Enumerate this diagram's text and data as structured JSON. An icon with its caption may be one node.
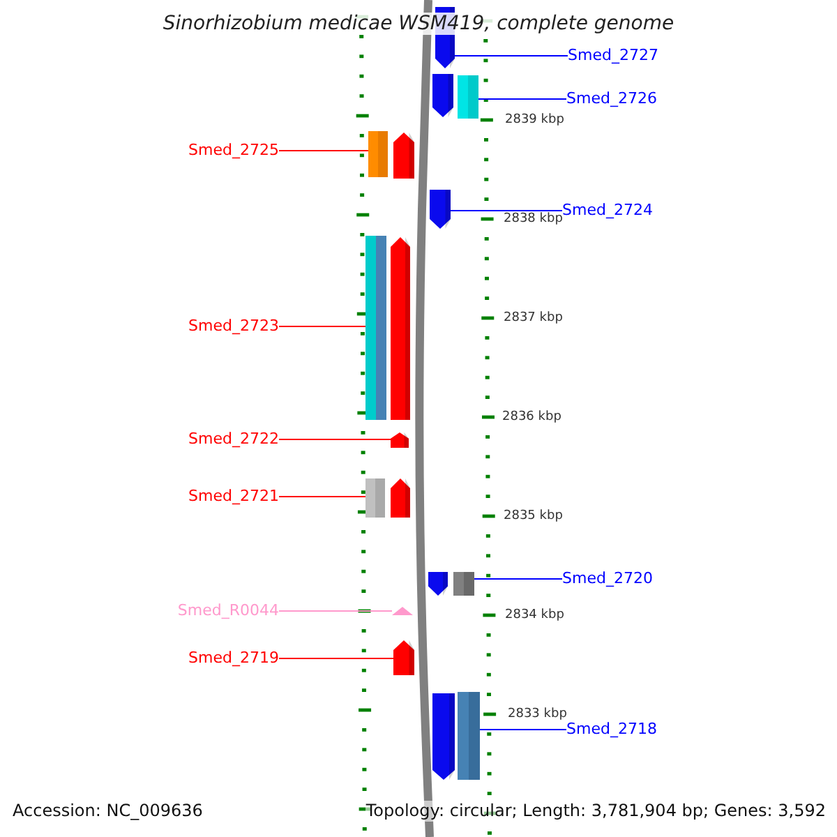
{
  "diagram": {
    "title": "Sinorhizobium medicae WSM419, complete genome",
    "nodes": [
      {
        "text": [
          "Smed_2727"
        ]
      },
      {
        "text": [],
        "shape": "arrow"
      },
      {
        "text": [
          "Smed_2726"
        ]
      },
      {
        "text": [],
        "shape": "arrow"
      },
      {
        "text": [],
        "shape": "bar"
      },
      {
        "text": [
          "Smed_2725"
        ]
      },
      {
        "text": [],
        "shape": "bar"
      },
      {
        "text": [],
        "shape": "arrow"
      },
      {
        "text": [
          "Smed_2724"
        ]
      },
      {
        "text": [],
        "shape": "arrow"
      },
      {
        "text": [
          "Smed_2723"
        ]
      },
      {
        "text": [],
        "shape": "bar"
      },
      {
        "text": [],
        "shape": "arrow"
      },
      {
        "text": [
          "Smed_2722"
        ]
      },
      {
        "text": [],
        "shape": "arrow"
      },
      {
        "text": [
          "Smed_2721"
        ]
      },
      {
        "text": [],
        "shape": "bar"
      },
      {
        "text": [],
        "shape": "arrow"
      },
      {
        "text": [
          "Smed_2720"
        ]
      },
      {
        "text": [],
        "shape": "arrow"
      },
      {
        "text": [],
        "shape": "bar"
      },
      {
        "text": [
          "Smed_R0044"
        ]
      },
      {
        "text": [],
        "shape": "triangle"
      },
      {
        "text": [
          "Smed_2719"
        ]
      },
      {
        "text": [],
        "shape": "arrow"
      },
      {
        "text": [
          "Smed_2718"
        ]
      },
      {
        "text": [],
        "shape": "arrow"
      },
      {
        "text": [],
        "shape": "bar"
      }
    ],
    "edges": [
      {
        "from": 0,
        "to": 1,
        "arrow": "none"
      },
      {
        "from": 2,
        "to": 4,
        "arrow": "none"
      },
      {
        "from": 5,
        "to": 6,
        "arrow": "none",
        "color": "#ff0000"
      },
      {
        "from": 8,
        "to": 9,
        "arrow": "none"
      },
      {
        "from": 10,
        "to": 11,
        "arrow": "none",
        "color": "#ff0000"
      },
      {
        "from": 13,
        "to": 14,
        "arrow": "none",
        "color": "#ff0000"
      },
      {
        "from": 15,
        "to": 16,
        "arrow": "none",
        "color": "#ff0000"
      },
      {
        "from": 18,
        "to": 20,
        "arrow": "none"
      },
      {
        "from": 21,
        "to": 22,
        "arrow": "none",
        "color": "#ff99cc"
      },
      {
        "from": 23,
        "to": 24,
        "arrow": "none",
        "color": "#ff0000"
      },
      {
        "from": 25,
        "to": 27,
        "arrow": "none"
      }
    ],
    "labels": [
      "2839 kbp",
      "2838 kbp",
      "2837 kbp",
      "2836 kbp",
      "2835 kbp",
      "2834 kbp",
      "2833 kbp",
      "Accession: NC_009636",
      "Topology: circular; Length: 3,781,904 bp; Genes: 3,592"
    ]
  }
}
